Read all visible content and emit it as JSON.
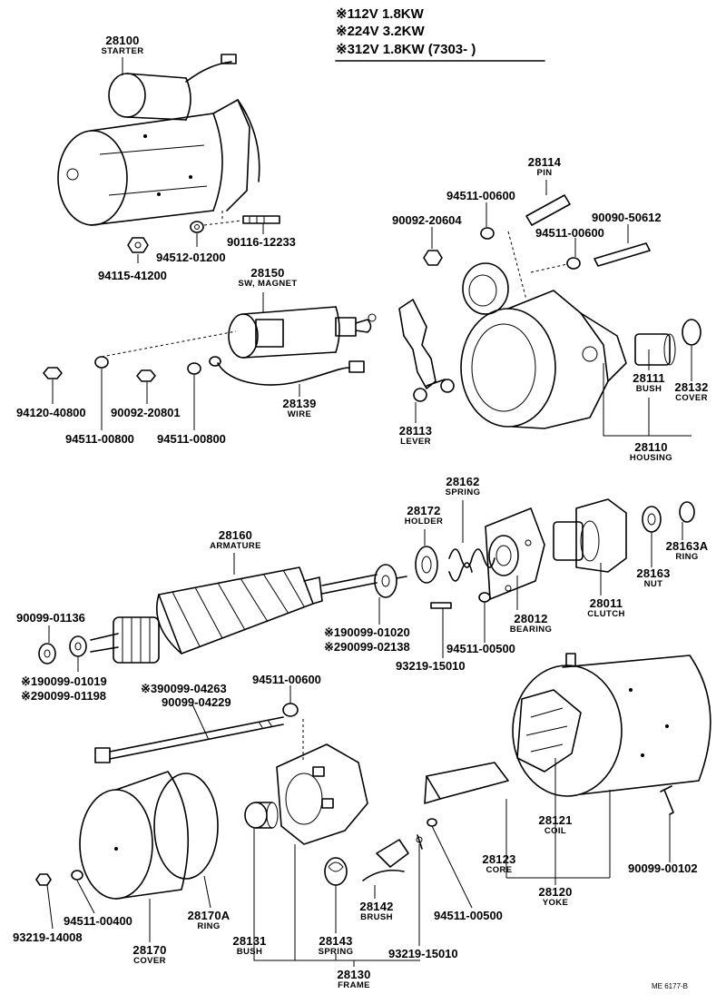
{
  "legend": [
    {
      "mark": "※1",
      "text": "12V 1.8KW"
    },
    {
      "mark": "※2",
      "text": "24V 3.2KW"
    },
    {
      "mark": "※3",
      "text": "12V 1.8KW (7303-    )"
    }
  ],
  "parts": {
    "p28100": {
      "num": "28100",
      "name": "STARTER"
    },
    "p28114": {
      "num": "28114",
      "name": "PIN"
    },
    "p28150": {
      "num": "28150",
      "name": "SW, MAGNET"
    },
    "p28139": {
      "num": "28139",
      "name": "WIRE"
    },
    "p28113": {
      "num": "28113",
      "name": "LEVER"
    },
    "p28111": {
      "num": "28111",
      "name": "BUSH"
    },
    "p28132": {
      "num": "28132",
      "name": "COVER"
    },
    "p28110": {
      "num": "28110",
      "name": "HOUSING"
    },
    "p28162": {
      "num": "28162",
      "name": "SPRING"
    },
    "p28172": {
      "num": "28172",
      "name": "HOLDER"
    },
    "p28160": {
      "num": "28160",
      "name": "ARMATURE"
    },
    "p28163A": {
      "num": "28163A",
      "name": "RING"
    },
    "p28163": {
      "num": "28163",
      "name": "NUT"
    },
    "p28012": {
      "num": "28012",
      "name": "BEARING"
    },
    "p28011": {
      "num": "28011",
      "name": "CLUTCH"
    },
    "p28121": {
      "num": "28121",
      "name": "COIL"
    },
    "p28123": {
      "num": "28123",
      "name": "CORE"
    },
    "p28120": {
      "num": "28120",
      "name": "YOKE"
    },
    "p28142": {
      "num": "28142",
      "name": "BRUSH"
    },
    "p28170A": {
      "num": "28170A",
      "name": "RING"
    },
    "p28170": {
      "num": "28170",
      "name": "COVER"
    },
    "p28131": {
      "num": "28131",
      "name": "BUSH"
    },
    "p28143": {
      "num": "28143",
      "name": "SPRING"
    },
    "p28130": {
      "num": "28130",
      "name": "FRAME"
    }
  },
  "refs": {
    "r94115_41200": "94115-41200",
    "r94512_01200": "94512-01200",
    "r90116_12233": "90116-12233",
    "r94511_00600_a": "94511-00600",
    "r90092_20604": "90092-20604",
    "r90090_50612": "90090-50612",
    "r94511_00600_b": "94511-00600",
    "r94120_40800": "94120-40800",
    "r90092_20801": "90092-20801",
    "r94511_00800_a": "94511-00800",
    "r94511_00800_b": "94511-00800",
    "r90099_01136": "90099-01136",
    "r90099_01020": "※190099-01020",
    "r90099_02138": "※290099-02138",
    "r94511_00500_a": "94511-00500",
    "r93219_15010_a": "93219-15010",
    "r90099_01019": "※190099-01019",
    "r90099_01198": "※290099-01198",
    "r90099_04263": "※390099-04263",
    "r90099_04229": "90099-04229",
    "r94511_00600_c": "94511-00600",
    "r90099_00102": "90099-00102",
    "r94511_00500_b": "94511-00500",
    "r94511_00400": "94511-00400",
    "r93219_14008": "93219-14008",
    "r93219_15010_b": "93219-15010"
  },
  "footer": "ME 6177-B"
}
